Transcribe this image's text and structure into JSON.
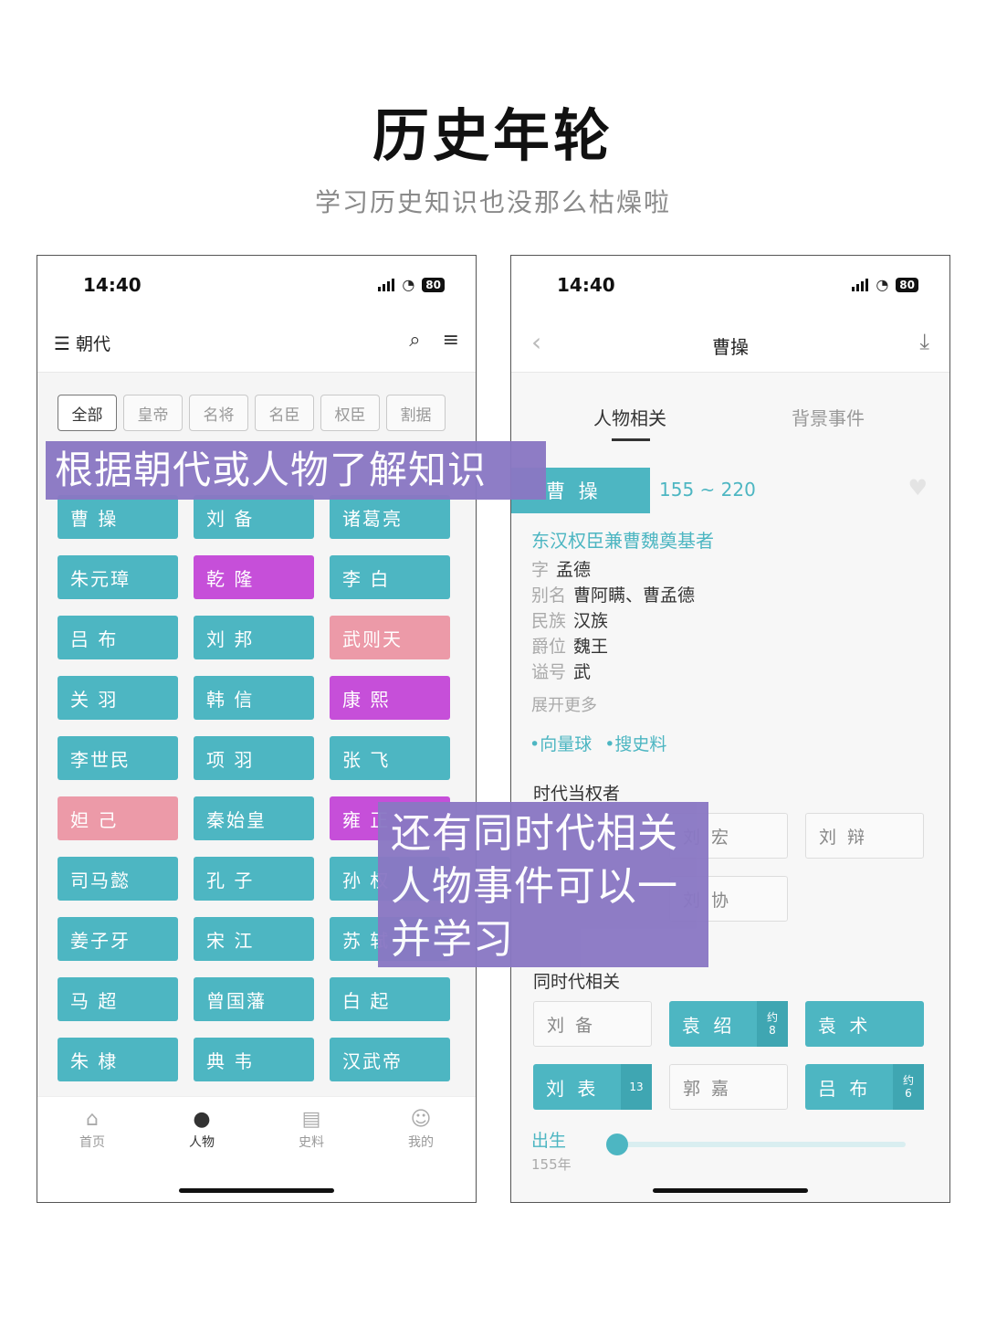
{
  "header": {
    "title": "历史年轮",
    "subtitle": "学习历史知识也没那么枯燥啦"
  },
  "left_phone": {
    "status": {
      "time": "14:40",
      "battery": "80"
    },
    "nav": {
      "menu_label": "朝代"
    },
    "filters": [
      "全部",
      "皇帝",
      "名将",
      "名臣",
      "权臣",
      "割据"
    ],
    "grid": [
      [
        "曹 操",
        "刘 备",
        "诸葛亮"
      ],
      [
        "朱元璋",
        "乾 隆",
        "李 白"
      ],
      [
        "吕 布",
        "刘 邦",
        "武则天"
      ],
      [
        "关 羽",
        "韩 信",
        "康 熙"
      ],
      [
        "李世民",
        "项 羽",
        "张 飞"
      ],
      [
        "妲 己",
        "秦始皇",
        "雍 正"
      ],
      [
        "司马懿",
        "孔 子",
        "孙 权"
      ],
      [
        "姜子牙",
        "宋 江",
        "苏 轼"
      ],
      [
        "马 超",
        "曾国藩",
        "白 起"
      ],
      [
        "朱 棣",
        "典 韦",
        "汉武帝"
      ]
    ],
    "grid_colors": [
      [
        "teal",
        "teal",
        "teal"
      ],
      [
        "teal",
        "purple",
        "teal"
      ],
      [
        "teal",
        "teal",
        "pink"
      ],
      [
        "teal",
        "teal",
        "purple"
      ],
      [
        "teal",
        "teal",
        "teal"
      ],
      [
        "pink",
        "teal",
        "purple"
      ],
      [
        "teal",
        "teal",
        "teal"
      ],
      [
        "teal",
        "teal",
        "teal"
      ],
      [
        "teal",
        "teal",
        "teal"
      ],
      [
        "teal",
        "teal",
        "teal"
      ]
    ],
    "tabs": [
      "首页",
      "人物",
      "史料",
      "我的"
    ],
    "active_tab": "人物"
  },
  "right_phone": {
    "status": {
      "time": "14:40",
      "battery": "80"
    },
    "nav": {
      "title": "曹操"
    },
    "detail_tabs": [
      "人物相关",
      "背景事件"
    ],
    "person": {
      "name": "曹 操",
      "years": "155 ~ 220",
      "role": "东汉权臣兼曹魏奠基者",
      "info": [
        {
          "key": "字",
          "value": "孟德"
        },
        {
          "key": "别名",
          "value": "曹阿瞒、曹孟德"
        },
        {
          "key": "民族",
          "value": "汉族"
        },
        {
          "key": "爵位",
          "value": "魏王"
        },
        {
          "key": "谥号",
          "value": "武"
        }
      ],
      "expand": "展开更多",
      "links": [
        "•向量球",
        "•搜史料"
      ]
    },
    "rulers_title": "时代当权者",
    "rulers": [
      "刘 宏",
      "刘 辩",
      "刘 协"
    ],
    "related_title": "同时代相关",
    "related": [
      {
        "name": "刘 备",
        "style": "outline",
        "badge": ""
      },
      {
        "name": "袁 绍",
        "style": "teal",
        "badge": "约\n8"
      },
      {
        "name": "袁 术",
        "style": "teal",
        "badge": ""
      },
      {
        "name": "刘 表",
        "style": "teal",
        "badge": "13"
      },
      {
        "name": "郭 嘉",
        "style": "outline",
        "badge": ""
      },
      {
        "name": "吕 布",
        "style": "teal",
        "badge": "约\n6"
      }
    ],
    "birth_label": "出生",
    "birth_year": "155年"
  },
  "overlays": {
    "first": "根据朝代或人物了解知识",
    "second": "还有同时代相关人物事件可以一并学习"
  },
  "colors": {
    "teal": "#4db6c2",
    "purple": "#c64fd9",
    "pink": "#ec9aa8",
    "overlay": "#8a78c4"
  }
}
